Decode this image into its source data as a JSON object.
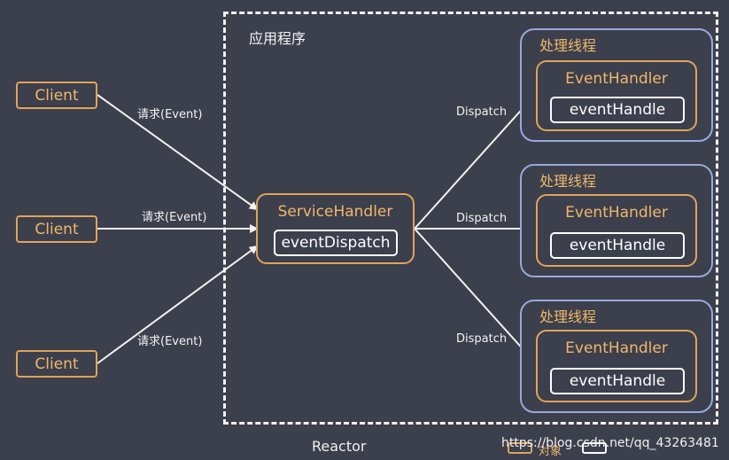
{
  "colors": {
    "background": "#3c3f4c",
    "client_border": "#e0a45a",
    "thread_border": "#9aa9dc",
    "arrow": "#f2f2f2"
  },
  "clients": [
    {
      "label": "Client"
    },
    {
      "label": "Client"
    },
    {
      "label": "Client"
    }
  ],
  "request_labels": [
    "请求(Event)",
    "请求(Event)",
    "请求(Event)"
  ],
  "reactor": {
    "app_title": "应用程序",
    "bottom_label": "Reactor",
    "service_handler": {
      "title": "ServiceHandler",
      "method": "eventDispatch"
    }
  },
  "dispatch_labels": [
    "Dispatch",
    "Dispatch",
    "Dispatch"
  ],
  "threads": [
    {
      "title": "处理线程",
      "handler_title": "EventHandler",
      "method": "eventHandle"
    },
    {
      "title": "处理线程",
      "handler_title": "EventHandler",
      "method": "eventHandle"
    },
    {
      "title": "处理线程",
      "handler_title": "EventHandler",
      "method": "eventHandle"
    }
  ],
  "legend": {
    "object_label": "对象"
  },
  "watermark": "https://blog.csdn.net/qq_43263481"
}
